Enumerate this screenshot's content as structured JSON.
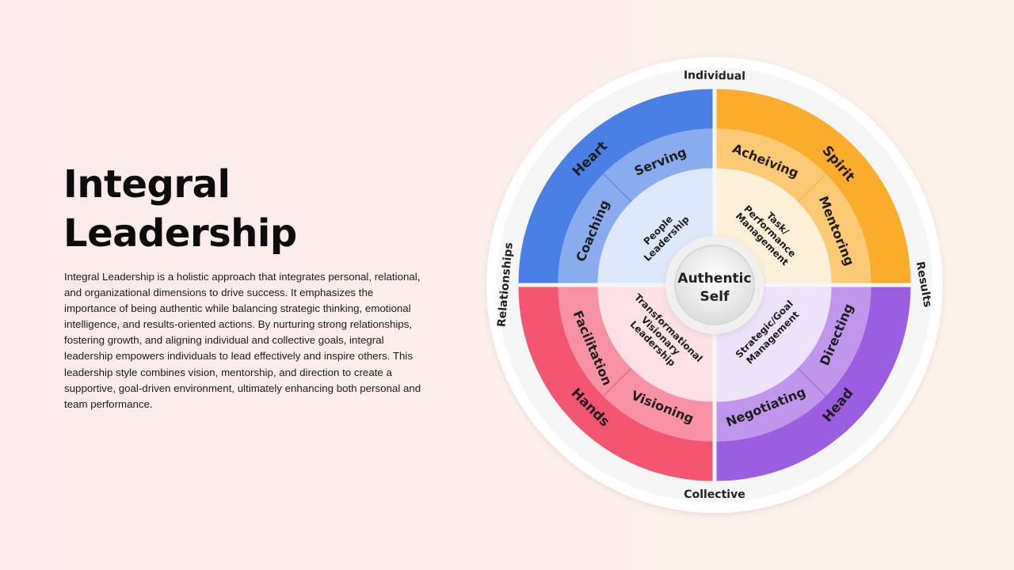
{
  "title_line1": "Integral",
  "title_line2": "Leadership",
  "description": "Integral Leadership is a holistic approach that integrates personal, relational, and organizational dimensions to drive success. It emphasizes the importance of being authentic while balancing strategic thinking, emotional intelligence, and results-oriented actions. By nurturing strong relationships, fostering growth, and aligning individual and collective goals, integral leadership empowers individuals to lead effectively and inspire others. This leadership style combines vision, mentorship, and direction to create a supportive, goal-driven environment, ultimately enhancing both personal and team performance.",
  "wheel": {
    "center": {
      "line1": "Authentic",
      "line2": "Self"
    },
    "outer_labels": {
      "top": "Individual",
      "bottom": "Collective",
      "left": "Relationships",
      "right": "Results"
    },
    "quadrants": {
      "top_left": {
        "color": "#4a7fe6",
        "outer": "Heart",
        "middle": [
          "Serving",
          "Coaching"
        ],
        "inner": [
          "People",
          "Leadership"
        ]
      },
      "top_right": {
        "color": "#fbac2b",
        "outer": "Spirit",
        "middle": [
          "Acheiving",
          "Mentoring"
        ],
        "inner": [
          "Task/",
          "Performance",
          "Management"
        ]
      },
      "bottom_left": {
        "color": "#f45672",
        "outer": "Hands",
        "middle": [
          "Facilitation",
          "Visioning"
        ],
        "inner": [
          "Transformational",
          "Visionary",
          "Leadership"
        ]
      },
      "bottom_right": {
        "color": "#9c5ee0",
        "outer": "Head",
        "middle": [
          "Directing",
          "Negotiating"
        ],
        "inner": [
          "Strategic/Goal",
          "Management"
        ]
      }
    }
  }
}
